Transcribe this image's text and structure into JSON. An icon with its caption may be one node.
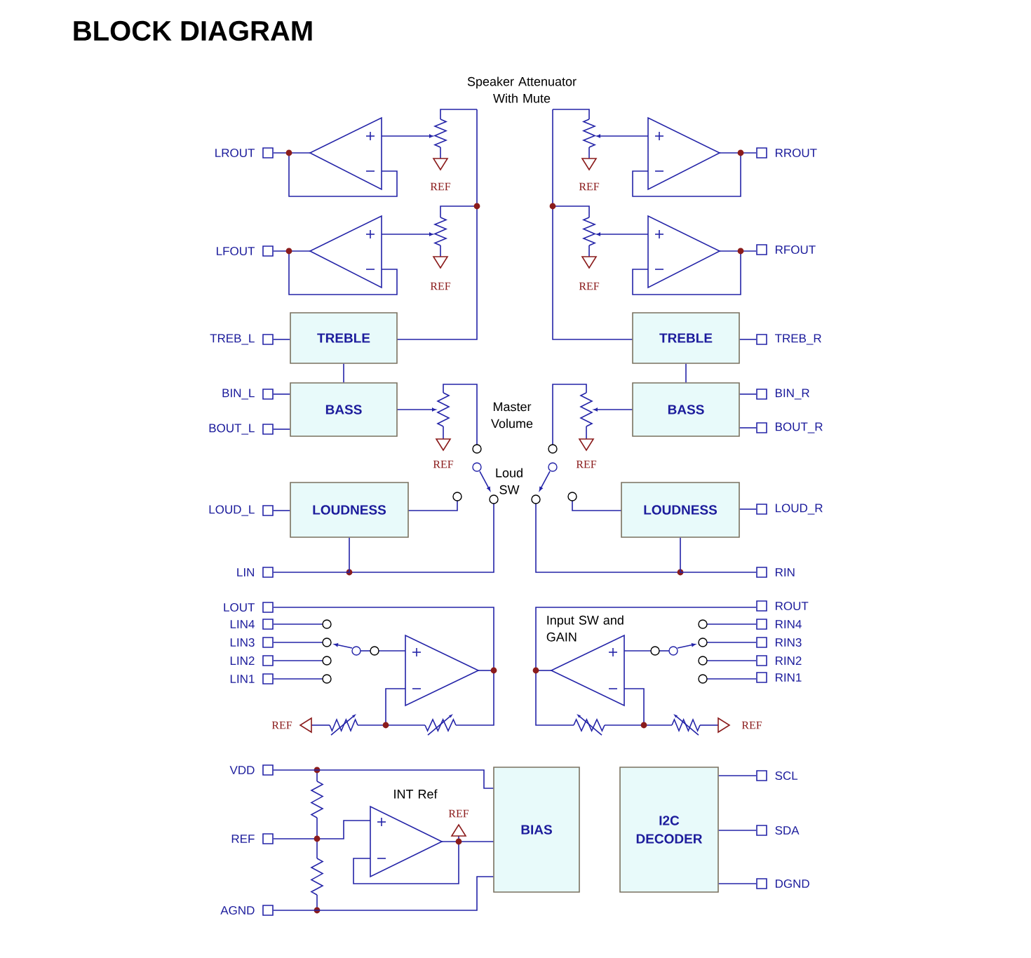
{
  "diagram": {
    "title": "BLOCK DIAGRAM",
    "nodes": [
      {
        "text": [
          "LROUT"
        ]
      },
      {
        "text": [
          "RROUT"
        ]
      },
      {
        "text": [
          "LFOUT"
        ]
      },
      {
        "text": [
          "RFOUT"
        ]
      },
      {
        "text": [
          "TREB_L"
        ]
      },
      {
        "text": [
          "TREBLE"
        ]
      },
      {
        "text": [
          "TREBLE"
        ]
      },
      {
        "text": [
          "TREB_R"
        ]
      },
      {
        "text": [
          "BIN_L"
        ]
      },
      {
        "text": [
          "BASS"
        ]
      },
      {
        "text": [
          "BASS"
        ]
      },
      {
        "text": [
          "BIN_R"
        ]
      },
      {
        "text": [
          "BOUT_L"
        ]
      },
      {
        "text": [
          "BOUT_R"
        ]
      },
      {
        "text": [
          "LOUD_L"
        ]
      },
      {
        "text": [
          "LOUDNESS"
        ]
      },
      {
        "text": [
          "LOUDNESS"
        ]
      },
      {
        "text": [
          "LOUD_R"
        ]
      },
      {
        "text": [
          "LIN"
        ]
      },
      {
        "text": [
          "RIN"
        ]
      },
      {
        "text": [
          "LOUT"
        ]
      },
      {
        "text": [
          "ROUT"
        ]
      },
      {
        "text": [
          "LIN4"
        ]
      },
      {
        "text": [
          "RIN4"
        ]
      },
      {
        "text": [
          "LIN3"
        ]
      },
      {
        "text": [
          "RIN3"
        ]
      },
      {
        "text": [
          "LIN2"
        ]
      },
      {
        "text": [
          "RIN2"
        ]
      },
      {
        "text": [
          "LIN1"
        ]
      },
      {
        "text": [
          "RIN1"
        ]
      },
      {
        "text": [
          "VDD"
        ]
      },
      {
        "text": [
          "BIAS"
        ]
      },
      {
        "text": [
          "I2C DECODER"
        ]
      },
      {
        "text": [
          "SCL"
        ]
      },
      {
        "text": [
          "SDA"
        ]
      },
      {
        "text": [
          "REF"
        ]
      },
      {
        "text": [
          "DGND"
        ]
      },
      {
        "text": [
          "AGND"
        ]
      }
    ],
    "edges": [
      {
        "from": 4,
        "to": 5,
        "arrow": "none"
      },
      {
        "from": 7,
        "to": 6,
        "arrow": "none"
      },
      {
        "from": 5,
        "to": 9,
        "arrow": "none"
      },
      {
        "from": 6,
        "to": 10,
        "arrow": "none"
      },
      {
        "from": 8,
        "to": 9,
        "arrow": "none"
      },
      {
        "from": 11,
        "to": 10,
        "arrow": "none"
      },
      {
        "from": 12,
        "to": 9,
        "arrow": "none"
      },
      {
        "from": 13,
        "to": 10,
        "arrow": "none"
      },
      {
        "from": 14,
        "to": 15,
        "arrow": "none"
      },
      {
        "from": 17,
        "to": 16,
        "arrow": "none"
      },
      {
        "from": 18,
        "to": 15,
        "arrow": "none"
      },
      {
        "from": 19,
        "to": 16,
        "arrow": "none"
      },
      {
        "from": 30,
        "to": 31,
        "arrow": "none"
      },
      {
        "from": 37,
        "to": 31,
        "arrow": "none"
      },
      {
        "from": 33,
        "to": 32,
        "arrow": "none"
      },
      {
        "from": 34,
        "to": 32,
        "arrow": "none"
      },
      {
        "from": 36,
        "to": 32,
        "arrow": "none"
      }
    ],
    "labels": [
      "Speaker Attenuator With Mute",
      "REF",
      "REF",
      "REF",
      "REF",
      "Master Volume",
      "REF",
      "REF",
      "Loud SW",
      "Input SW and GAIN",
      "REF",
      "REF",
      "INT Ref",
      "REF"
    ]
  }
}
